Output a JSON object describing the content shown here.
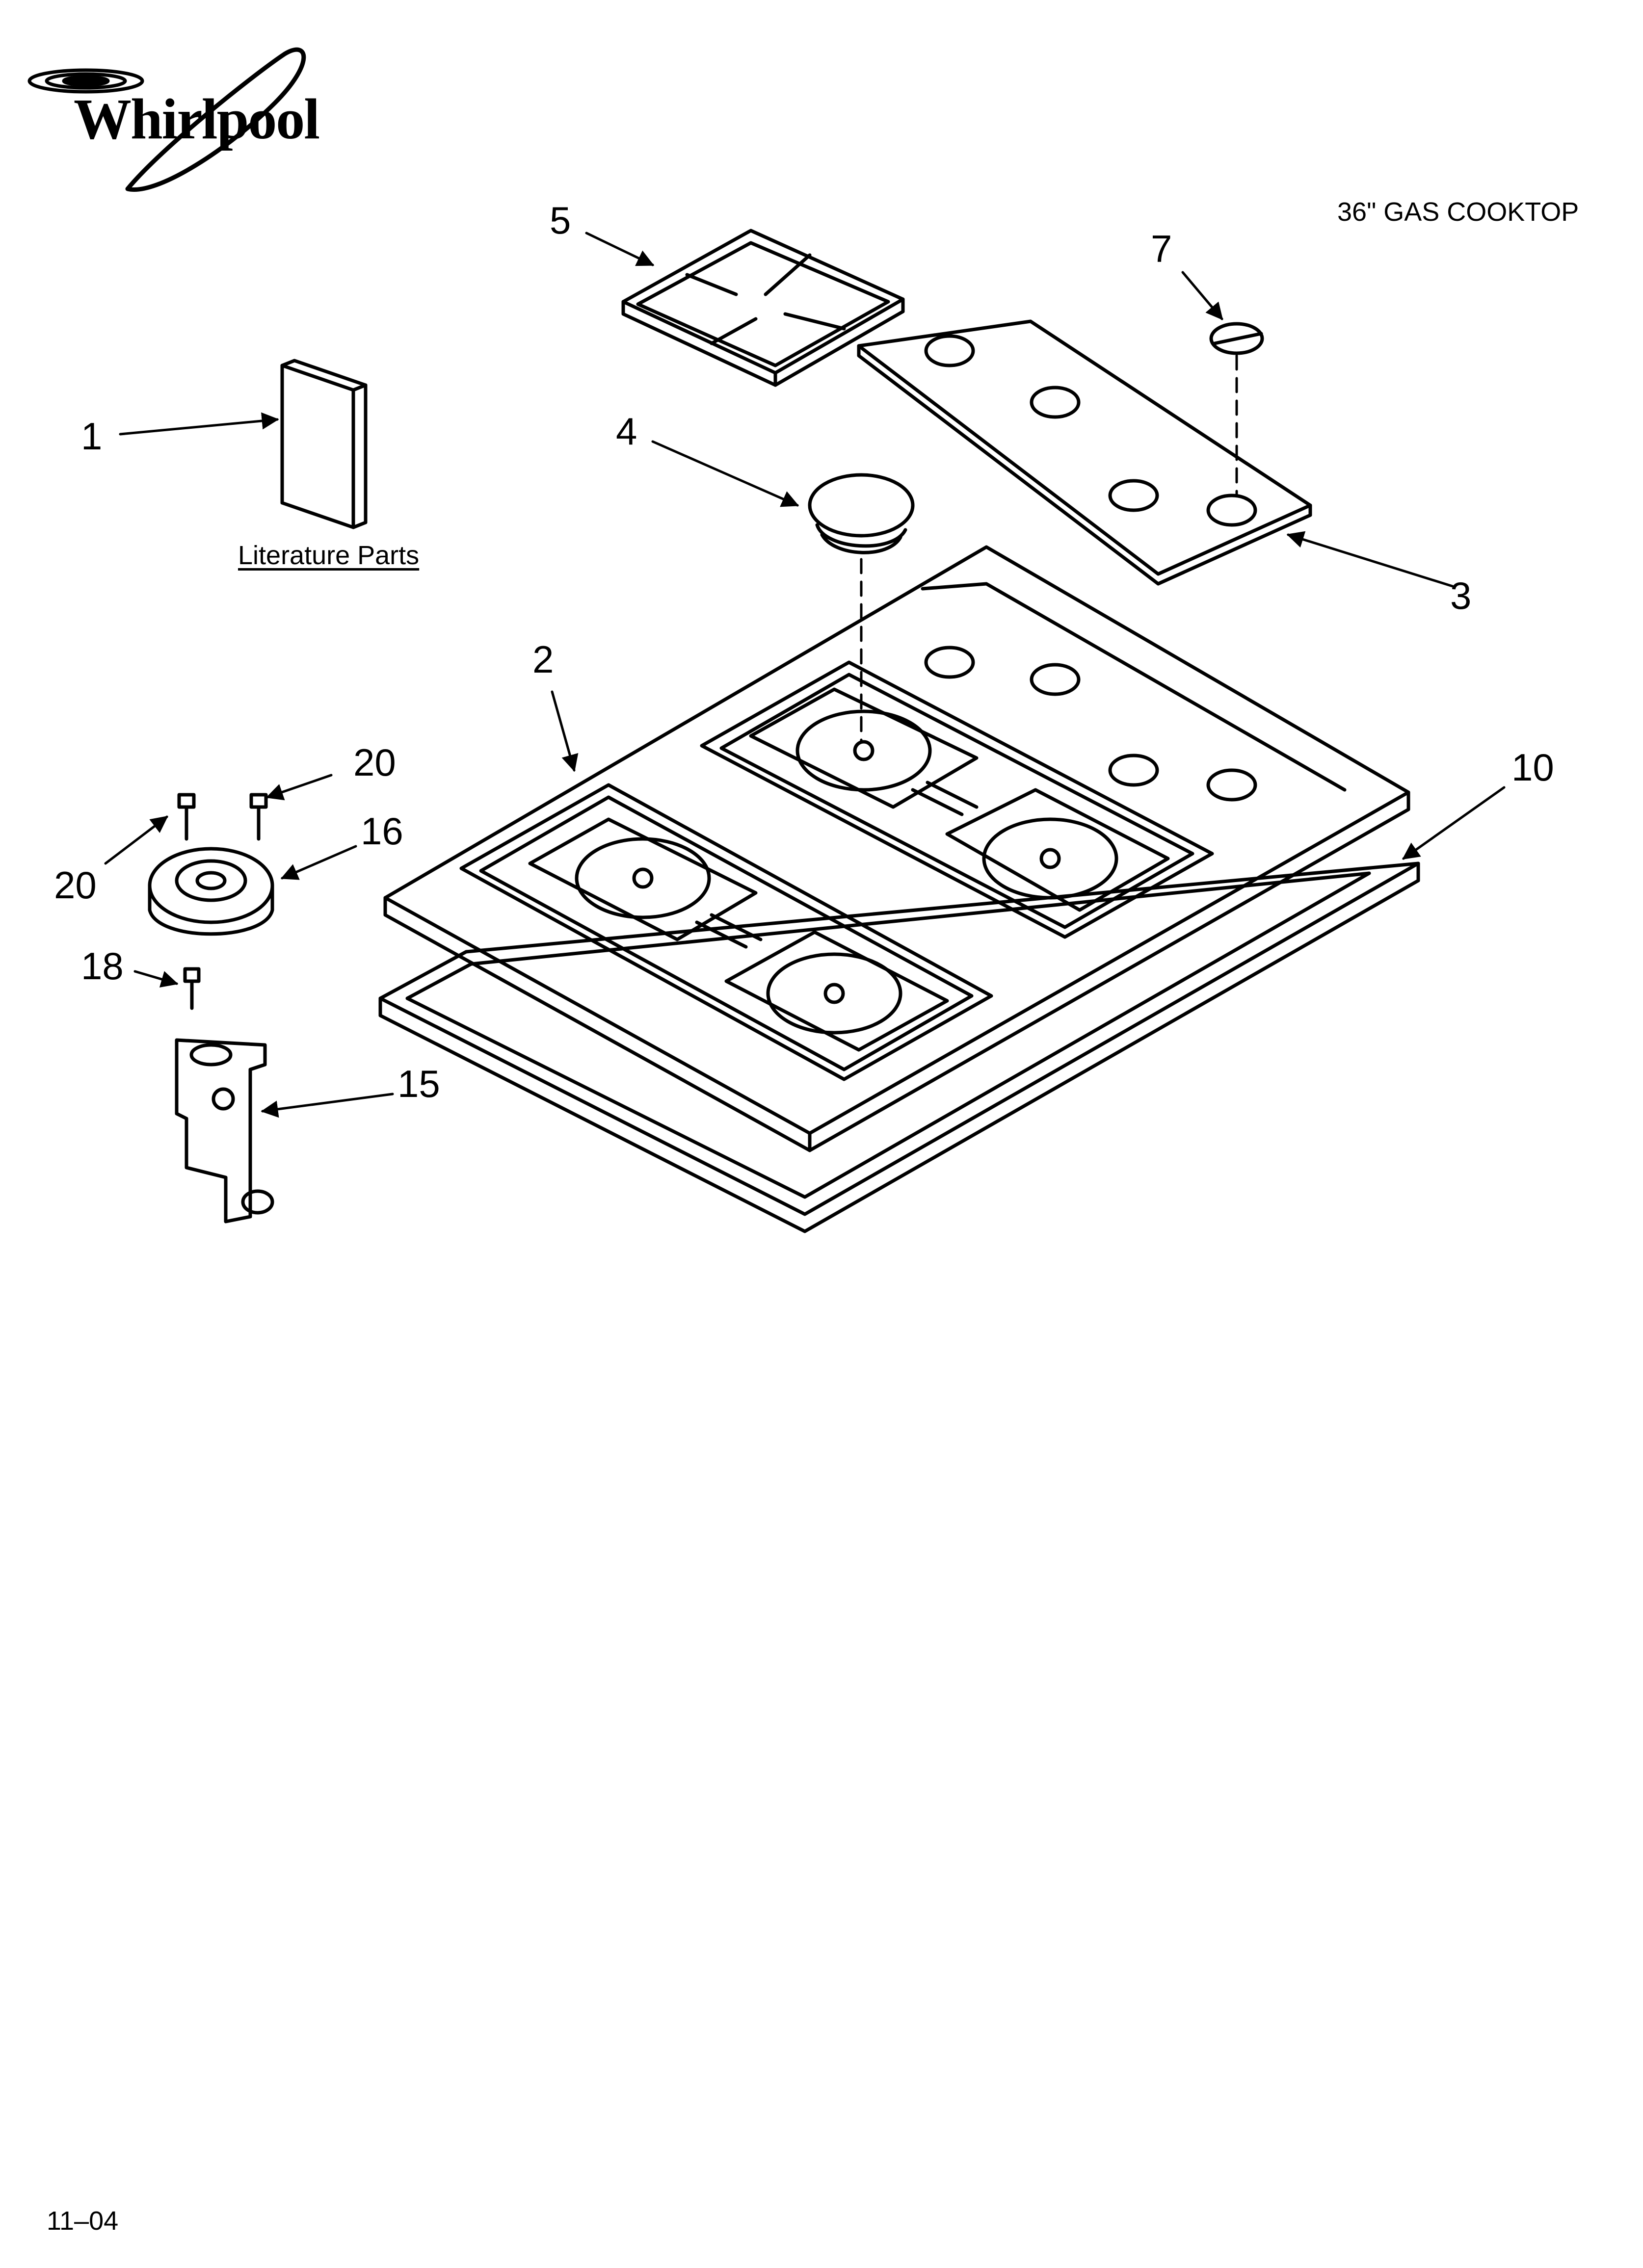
{
  "brand": "Whirlpool",
  "title": "36\" GAS COOKTOP",
  "literature_label": "Literature Parts",
  "footer_code": "11–04",
  "callouts": [
    "1",
    "2",
    "3",
    "4",
    "5",
    "7",
    "10",
    "15",
    "16",
    "18",
    "20",
    "20"
  ],
  "colors": {
    "ink": "#000000",
    "paper": "#ffffff"
  }
}
